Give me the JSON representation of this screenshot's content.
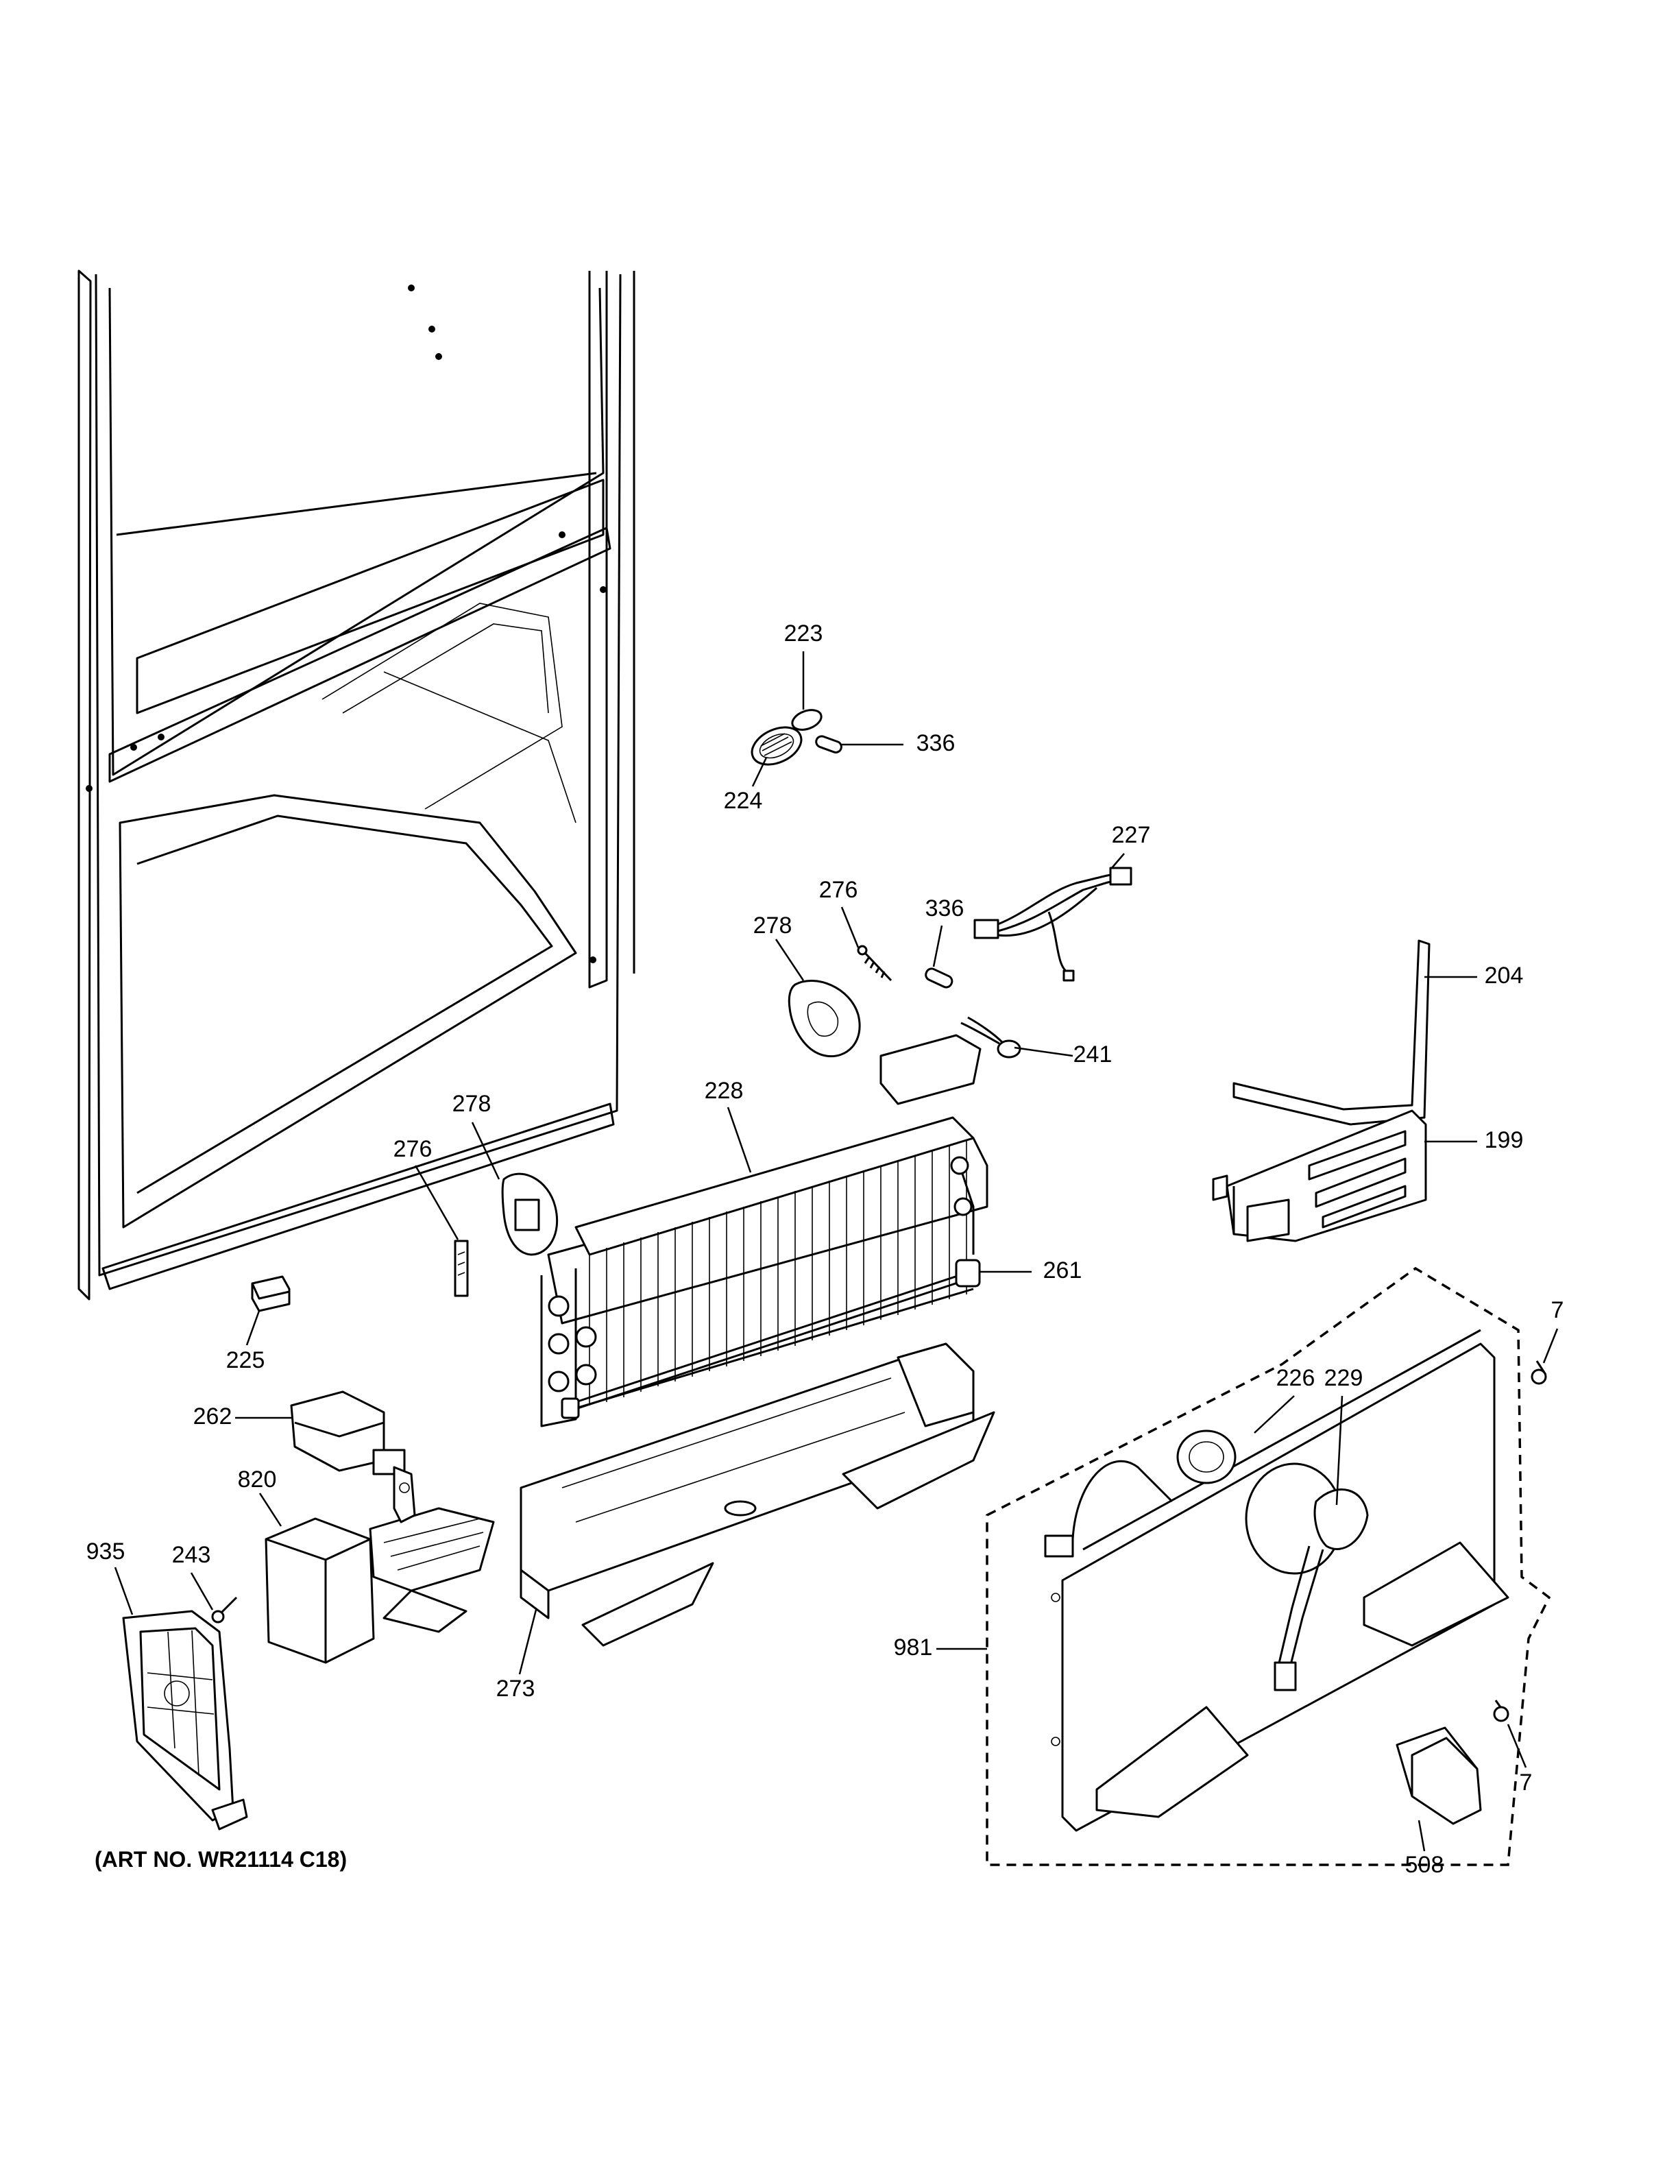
{
  "art_no": "(ART NO. WR21114 C18)",
  "callouts": {
    "c223": "223",
    "c224": "224",
    "c336a": "336",
    "c227": "227",
    "c276a": "276",
    "c336b": "336",
    "c278a": "278",
    "c204": "204",
    "c241": "241",
    "c199": "199",
    "c228": "228",
    "c278b": "278",
    "c276b": "276",
    "c261": "261",
    "c7a": "7",
    "c226": "226",
    "c229": "229",
    "c225": "225",
    "c262": "262",
    "c820": "820",
    "c935": "935",
    "c243": "243",
    "c981": "981",
    "c273": "273",
    "c7b": "7",
    "c508": "508"
  }
}
